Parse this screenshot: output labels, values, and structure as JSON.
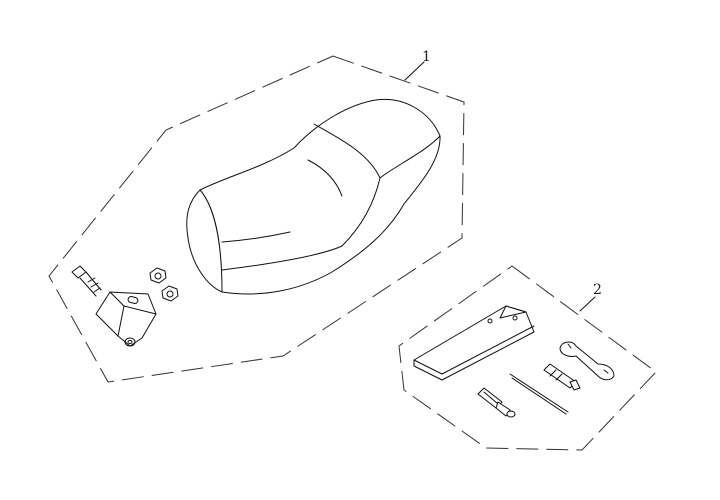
{
  "callouts": [
    {
      "id": "1",
      "label": "1"
    },
    {
      "id": "2",
      "label": "2"
    }
  ],
  "colors": {
    "line": "#111111",
    "background": "#ffffff"
  }
}
